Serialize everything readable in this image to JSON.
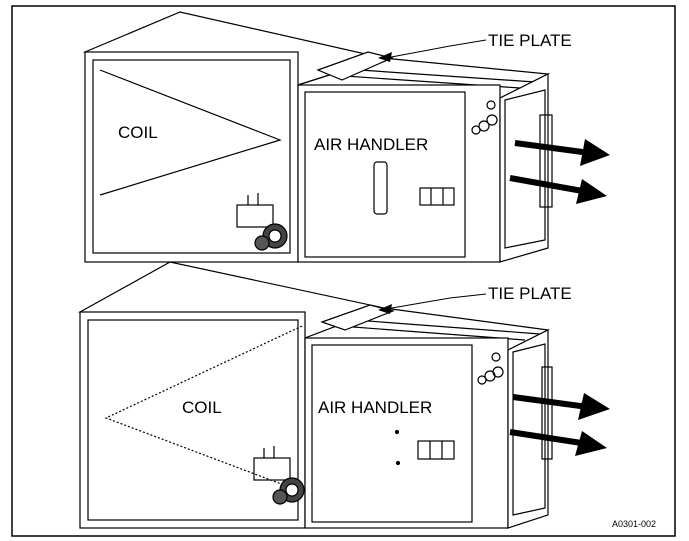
{
  "top_unit": {
    "tie_plate_label": "TIE PLATE",
    "coil_label": "COIL",
    "air_handler_label": "AIR HANDLER"
  },
  "bottom_unit": {
    "tie_plate_label": "TIE PLATE",
    "coil_label": "COIL",
    "air_handler_label": "AIR HANDLER"
  },
  "figure_code": "A0301-002"
}
